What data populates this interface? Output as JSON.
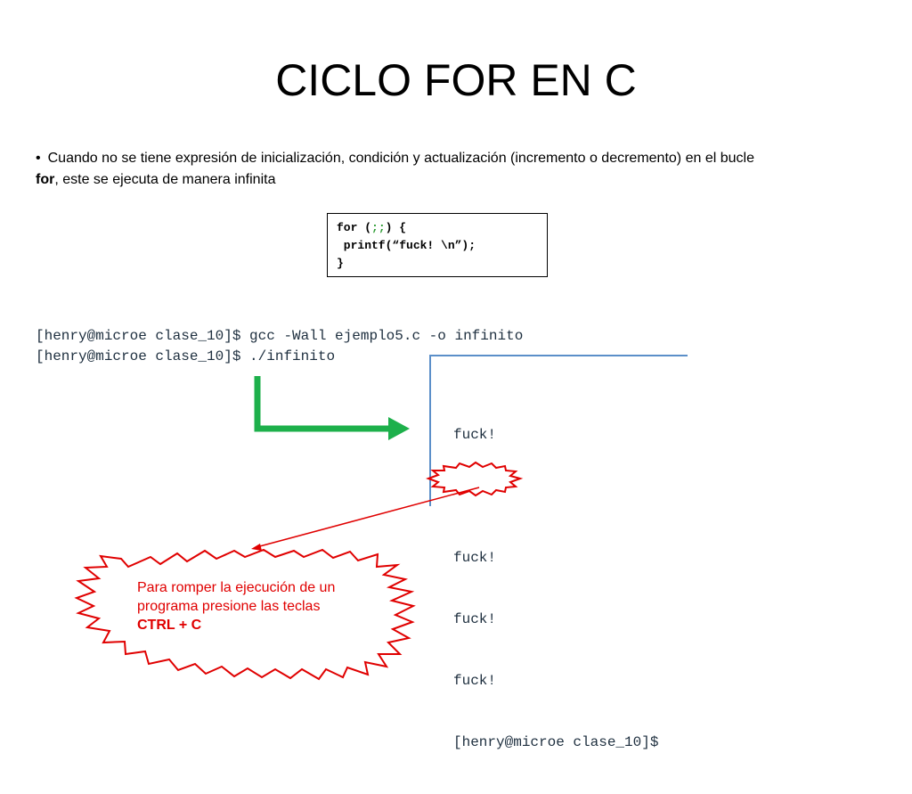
{
  "slide": {
    "title": "CICLO FOR EN C",
    "bullet": {
      "marker": "•",
      "text_before": "Cuando no se tiene expresión de inicialización, condición y actualización (incremento o decremento) en el bucle",
      "keyword": "for",
      "text_after": ", este se ejecuta de manera infinita"
    },
    "code": {
      "line1_start": "for (",
      "line1_semis": ";;",
      "line1_end": ") {",
      "line2": " printf(“fuck! \\n”);",
      "line3": "}"
    },
    "terminal": {
      "command1": "[henry@microe clase_10]$ gcc -Wall ejemplo5.c -o infinito",
      "command2": "[henry@microe clase_10]$ ./infinito",
      "output": [
        "fuck!",
        "",
        "fuck!",
        "fuck!",
        "fuck!",
        "[henry@microe clase_10]$"
      ]
    },
    "callout": {
      "text": "Para romper la ejecución de un programa presione las teclas",
      "keys": "CTRL + C"
    },
    "colors": {
      "arrow_green": "#1db04b",
      "callout_red": "#e00000",
      "terminal_frame": "#5b8fc9"
    }
  }
}
